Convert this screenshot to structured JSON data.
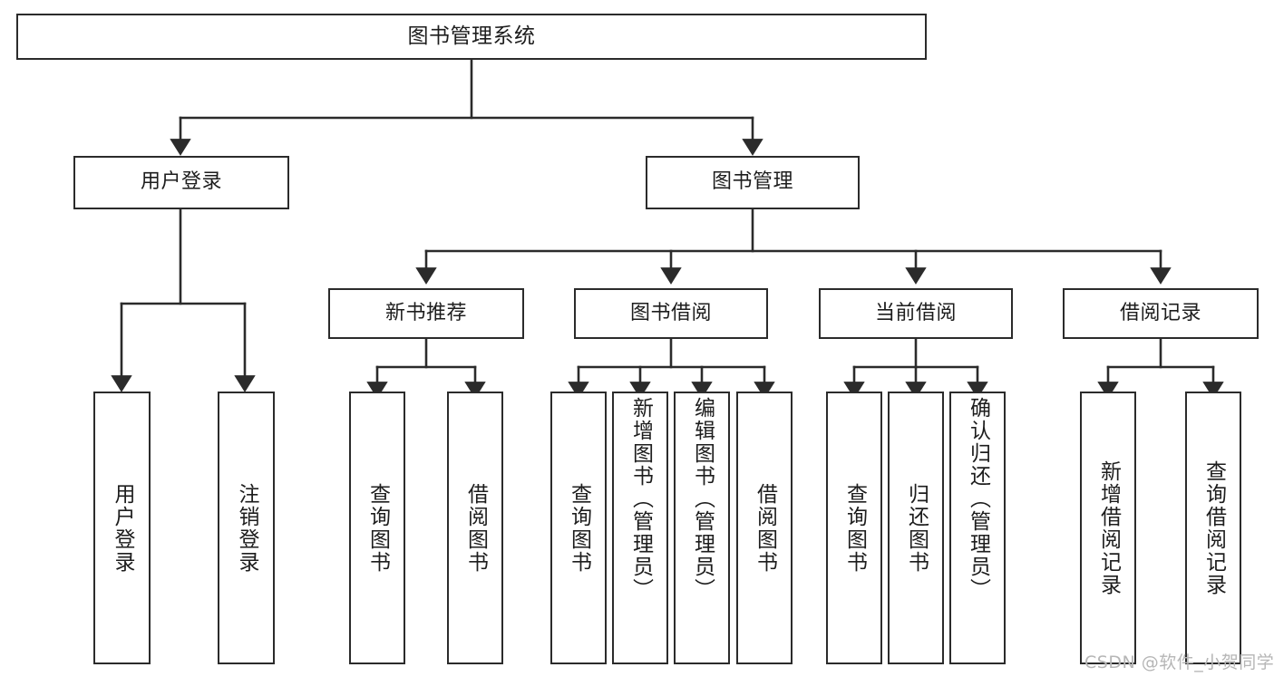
{
  "diagram": {
    "title": "图书管理系统",
    "type": "tree",
    "stroke_color": "#2b2b2b",
    "fill_color": "#ffffff",
    "text_color": "#1d1d1d",
    "watermark": "CSDN @软件_小贺同学",
    "watermark_color": "#b6b6b6"
  },
  "nodes": {
    "root": {
      "label": "图书管理系统"
    },
    "level1": [
      {
        "id": "user-login",
        "label": "用户登录"
      },
      {
        "id": "book-manage",
        "label": "图书管理"
      }
    ],
    "level2": [
      {
        "id": "new-book-recommend",
        "label": "新书推荐"
      },
      {
        "id": "book-borrow",
        "label": "图书借阅"
      },
      {
        "id": "current-borrow",
        "label": "当前借阅"
      },
      {
        "id": "borrow-record",
        "label": "借阅记录"
      }
    ],
    "leaves": [
      {
        "id": "leaf-user-login",
        "label": "用户登录",
        "parent": "user-login",
        "align": "center"
      },
      {
        "id": "leaf-logout-login",
        "label": "注销登录",
        "parent": "user-login",
        "align": "center"
      },
      {
        "id": "leaf-query-book-1",
        "label": "查询图书",
        "parent": "new-book-recommend",
        "align": "center"
      },
      {
        "id": "leaf-borrow-book-1",
        "label": "借阅图书",
        "parent": "new-book-recommend",
        "align": "center"
      },
      {
        "id": "leaf-query-book-2",
        "label": "查询图书",
        "parent": "book-borrow",
        "align": "center"
      },
      {
        "id": "leaf-add-book",
        "label": "新增图书（管理员）",
        "parent": "book-borrow",
        "align": "top"
      },
      {
        "id": "leaf-edit-book",
        "label": "编辑图书（管理员）",
        "parent": "book-borrow",
        "align": "top"
      },
      {
        "id": "leaf-borrow-book-2",
        "label": "借阅图书",
        "parent": "book-borrow",
        "align": "center"
      },
      {
        "id": "leaf-query-book-3",
        "label": "查询图书",
        "parent": "current-borrow",
        "align": "center"
      },
      {
        "id": "leaf-return-book",
        "label": "归还图书",
        "parent": "current-borrow",
        "align": "center"
      },
      {
        "id": "leaf-confirm-return",
        "label": "确认归还（管理员）",
        "parent": "current-borrow",
        "align": "top"
      },
      {
        "id": "leaf-add-record",
        "label": "新增借阅记录",
        "parent": "borrow-record",
        "align": "center"
      },
      {
        "id": "leaf-query-record",
        "label": "查询借阅记录",
        "parent": "borrow-record",
        "align": "center"
      }
    ]
  }
}
